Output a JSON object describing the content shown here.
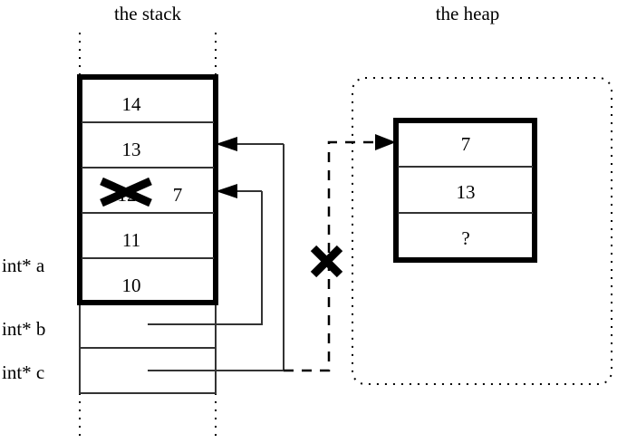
{
  "diagram": {
    "title_stack": "the stack",
    "title_heap": "the heap",
    "stack": {
      "cells": [
        {
          "value": "14",
          "struck": false
        },
        {
          "value": "13",
          "struck": false
        },
        {
          "value": "12",
          "struck": true,
          "replacement": "7"
        },
        {
          "value": "11",
          "struck": false
        },
        {
          "value": "10",
          "struck": false
        }
      ],
      "variables": [
        {
          "label": "int* a"
        },
        {
          "label": "int* b"
        },
        {
          "label": "int* c"
        }
      ]
    },
    "heap": {
      "cells": [
        {
          "value": "7"
        },
        {
          "value": "13"
        },
        {
          "value": "?"
        }
      ]
    },
    "annotations": {
      "invalidated_pointer_mark": "X",
      "struck_value_mark": "X"
    },
    "colors": {
      "stroke": "#000000",
      "background": "#ffffff",
      "thin_line": "#404040"
    }
  }
}
